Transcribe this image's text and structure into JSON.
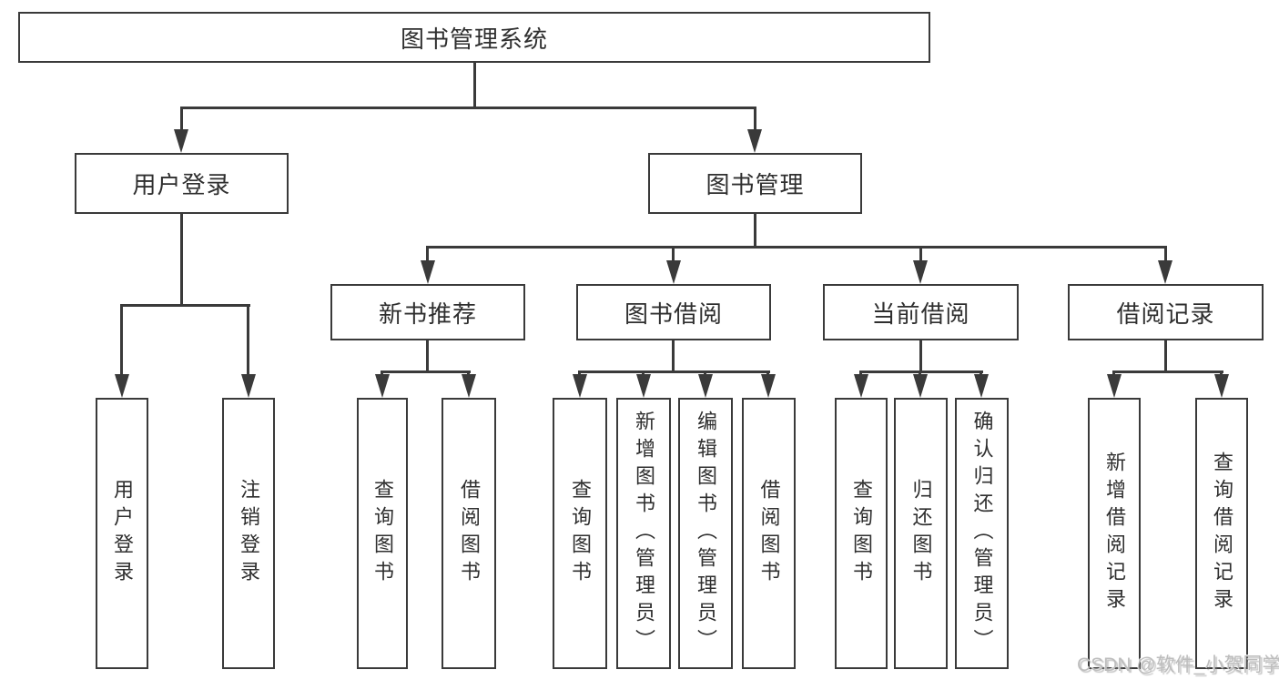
{
  "diagram": {
    "root": {
      "label": "图书管理系统"
    },
    "level2": [
      {
        "label": "用户登录"
      },
      {
        "label": "图书管理"
      }
    ],
    "level3": [
      {
        "label": "新书推荐"
      },
      {
        "label": "图书借阅"
      },
      {
        "label": "当前借阅"
      },
      {
        "label": "借阅记录"
      }
    ],
    "leaves": {
      "user_login": [
        {
          "label": "用户登录"
        },
        {
          "label": "注销登录"
        }
      ],
      "new_book": [
        {
          "label": "查询图书"
        },
        {
          "label": "借阅图书"
        }
      ],
      "book_borrow": [
        {
          "label": "查询图书"
        },
        {
          "label": "新增图书（管理员）"
        },
        {
          "label": "编辑图书（管理员）"
        },
        {
          "label": "借阅图书"
        }
      ],
      "current_borrow": [
        {
          "label": "查询图书"
        },
        {
          "label": "归还图书"
        },
        {
          "label": "确认归还（管理员）"
        }
      ],
      "borrow_records": [
        {
          "label": "新增借阅记录"
        },
        {
          "label": "查询借阅记录"
        }
      ]
    },
    "watermark": "CSDN @软件_小贺同学",
    "colors": {
      "line": "#3a3a3a",
      "text": "#2f2f2f",
      "watermark": "#bdbdbd",
      "background": "#ffffff"
    }
  }
}
